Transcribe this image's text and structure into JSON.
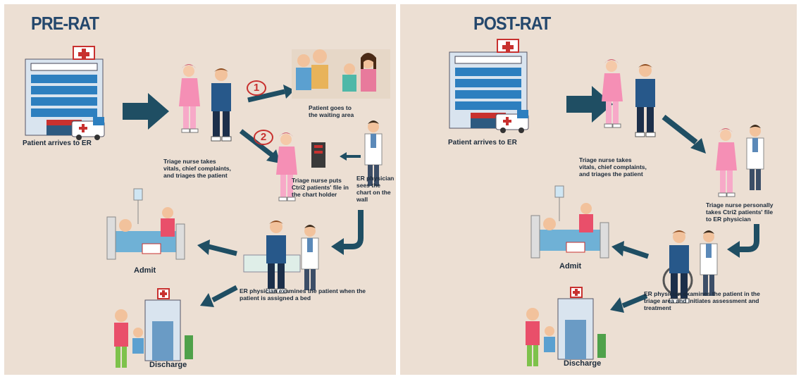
{
  "pre_rat": {
    "title": "PRE-RAT",
    "patient_arrives": "Patient arrives to ER",
    "triage_nurse": "Triage nurse takes vitals, chief complaints, and triages the patient",
    "step1_num": "1",
    "step2_num": "2",
    "waiting_area": "Patient goes to the waiting area",
    "chart_holder": "Triage nurse puts Ctri2 patients' file in the chart holder",
    "er_physician_sees": "ER physician sees the chart on the wall",
    "admit": "Admit",
    "er_physician_examines": "ER physician examines the patient when the patient is assigned a bed",
    "discharge": "Discharge"
  },
  "post_rat": {
    "title": "POST-RAT",
    "patient_arrives": "Patient arrives to ER",
    "triage_nurse": "Triage nurse takes vitals, chief complaints, and triages the patient",
    "nurse_personally": "Triage nurse personally takes Ctri2 patients' file to ER physician",
    "admit": "Admit",
    "er_physician_examines": "ER physician examines the patient in the triage area and initiates assessment and treatment",
    "discharge": "Discharge"
  },
  "colors": {
    "background": "#ecdfd3",
    "arrow": "#1f4e63",
    "title": "#24476c",
    "accent_red": "#c8312f"
  }
}
